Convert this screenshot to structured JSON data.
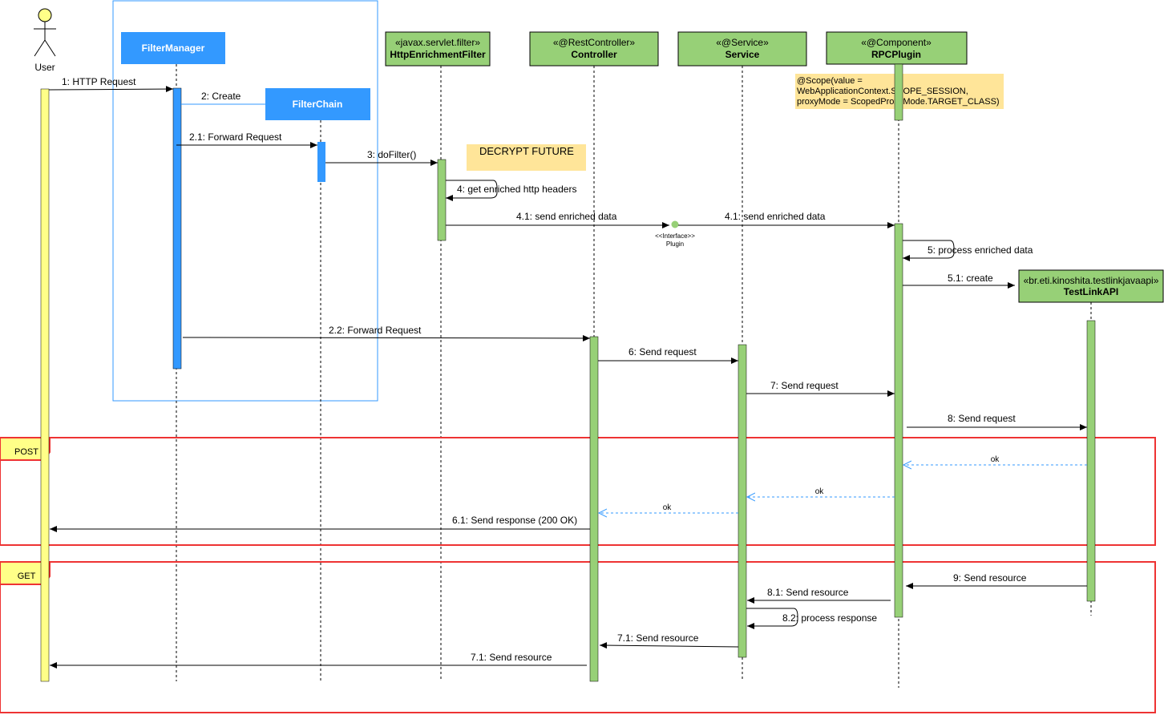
{
  "colors": {
    "actor_fill": "#ffff88",
    "actor_bar": "#ffff88",
    "blue": "#3399ff",
    "blue_frame": "#3399ff",
    "green": "#97d077",
    "green_border": "#4f7f33",
    "note": "#ffe599",
    "frame_red": "#ee3333",
    "frame_tag": "#ffff88",
    "reply": "#3399ff"
  },
  "actor": {
    "label": "User"
  },
  "participants": {
    "filter_manager": "FilterManager",
    "filter_chain": "FilterChain",
    "http_filter": {
      "stereotype": "«javax.servlet.filter»",
      "name": "HttpEnrichmentFilter"
    },
    "controller": {
      "stereotype": "«@RestController»",
      "name": "Controller"
    },
    "service": {
      "stereotype": "«@Service»",
      "name": "Service"
    },
    "rpc_plugin": {
      "stereotype": "«@Component»",
      "name": "RPCPlugin"
    },
    "testlink": {
      "stereotype": "«br.eti.kinoshita.testlinkjavaapi»",
      "name": "TestLinkAPI"
    }
  },
  "notes": {
    "scope": [
      "@Scope(value =",
      "WebApplicationContext.SCOPE_SESSION,",
      "proxyMode = ScopedProxyMode.TARGET_CLASS)"
    ],
    "decrypt": "DECRYPT FUTURE"
  },
  "interface": {
    "line1": "<<Interface>>",
    "line2": "Plugin"
  },
  "messages": {
    "m1": "1: HTTP Request",
    "m2": "2: Create",
    "m21": "2.1: Forward Request",
    "m3": "3: doFilter()",
    "m4": "4: get enriched http headers",
    "m41a": "4.1: send enriched data",
    "m41b": "4.1: send enriched data",
    "m5": "5: process enriched data",
    "m51": "5.1: create",
    "m22": "2.2: Forward Request",
    "m6": "6: Send request",
    "m7": "7: Send request",
    "m8": "8: Send request",
    "ok1": "ok",
    "ok2": "ok",
    "ok3": "ok",
    "m61": "6.1: Send response (200 OK)",
    "m9": "9: Send resource",
    "m81": "8.1: Send resource",
    "m82": "8.2: process response",
    "m71a": "7.1: Send resource",
    "m71b": "7.1: Send resource"
  },
  "frames": {
    "post": "POST",
    "get": "GET"
  }
}
